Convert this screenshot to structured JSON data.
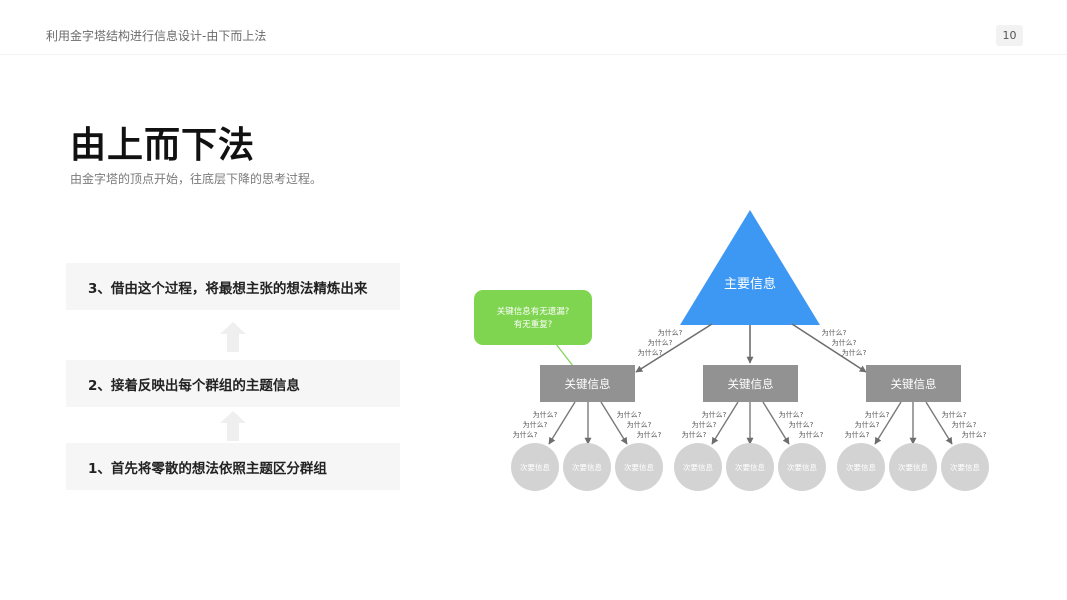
{
  "header": {
    "title": "利用金字塔结构进行信息设计-由下而上法",
    "page_number": "10"
  },
  "main": {
    "title": "由上而下法",
    "subtitle": "由金字塔的顶点开始，往底层下降的思考过程。",
    "steps": [
      {
        "label": "3、借由这个过程，将最想主张的想法精炼出来"
      },
      {
        "label": "2、接着反映出每个群组的主题信息"
      },
      {
        "label": "1、首先将零散的想法依照主题区分群组"
      }
    ]
  },
  "diagram": {
    "top": {
      "label": "主要信息",
      "color": "#3d98f4"
    },
    "callout": {
      "line1": "关键信息有无遗漏?",
      "line2": "有无重复?",
      "color": "#7fd450"
    },
    "question_label": "为什么?",
    "key_label": "关键信息",
    "minor_label": "次要信息",
    "key_color": "#929292",
    "minor_color": "#d3d3d3",
    "groups": [
      {
        "key": "关键信息",
        "minors": [
          "次要信息",
          "次要信息",
          "次要信息"
        ]
      },
      {
        "key": "关键信息",
        "minors": [
          "次要信息",
          "次要信息",
          "次要信息"
        ]
      },
      {
        "key": "关键信息",
        "minors": [
          "次要信息",
          "次要信息",
          "次要信息"
        ]
      }
    ]
  }
}
